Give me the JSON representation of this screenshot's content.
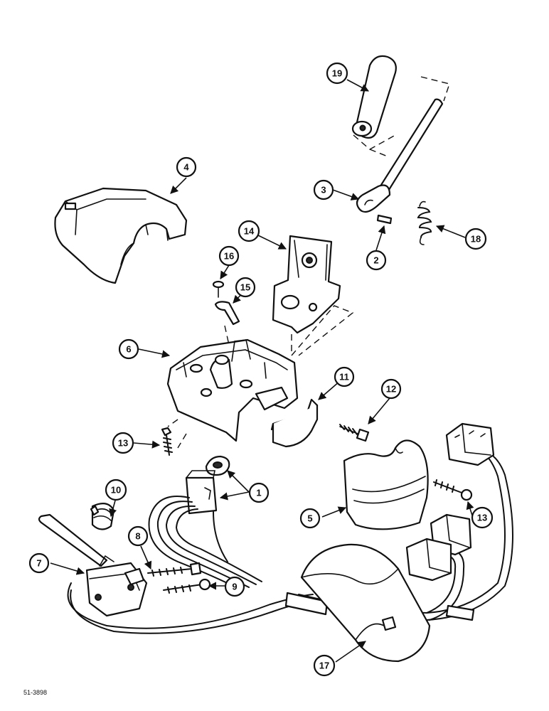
{
  "callouts": {
    "c1": "1",
    "c2": "2",
    "c3": "3",
    "c4": "4",
    "c5": "5",
    "c6": "6",
    "c7": "7",
    "c8": "8",
    "c9": "9",
    "c10": "10",
    "c11": "11",
    "c12": "12",
    "c13a": "13",
    "c13b": "13",
    "c14": "14",
    "c15": "15",
    "c16": "16",
    "c17": "17",
    "c18": "18",
    "c19": "19"
  },
  "figure_ref": "51-3898",
  "colors": {
    "ink": "#111111",
    "paper": "#ffffff"
  }
}
